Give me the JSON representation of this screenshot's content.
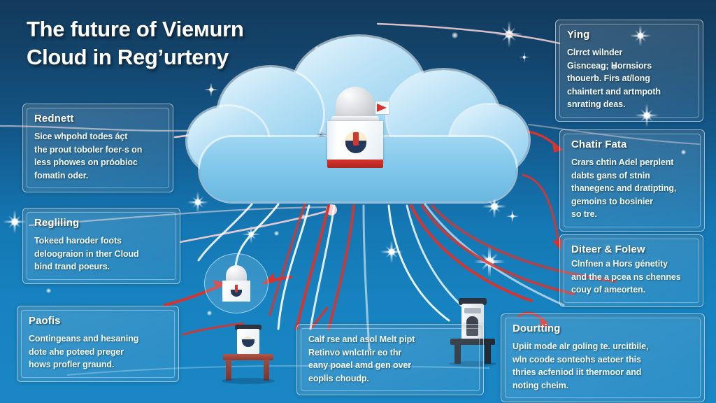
{
  "title": {
    "line1": "The future of Vieмurn",
    "line2": "Cloud in Reg’urteny"
  },
  "colors": {
    "background_top": "#123a5c",
    "background_bottom": "#1a86c4",
    "cloud": "#9ed6f2",
    "accent_red": "#d8342f",
    "wire_light": "#e9f6ff",
    "wire_pink": "#f2c9cd",
    "text": "#ffffff"
  },
  "callouts": [
    {
      "id": "rednett",
      "heading": "Rednett",
      "lines": [
        "Sice whpohd todes áçt",
        "the prout toboler foer-s on",
        "less phowes on próobioc",
        "fomatin oder."
      ]
    },
    {
      "id": "regliling",
      "heading": "Regliling",
      "lines": [
        "Tokeed haroder foots",
        "deloograion in ther Cloud",
        "bind trand poeurs."
      ]
    },
    {
      "id": "paofis",
      "heading": "Paofis",
      "lines": [
        "Contingeans and hesaning",
        "dote ahe poteed preger",
        "hows profler graund."
      ]
    },
    {
      "id": "bottom-center",
      "heading": "",
      "lines": [
        "Calf rse and asol Melt pipt",
        "Retinvo wnlctnir eo thr",
        "eany poael amd gen over",
        "eoplis choudр."
      ]
    },
    {
      "id": "ying",
      "heading": "Ying",
      "lines": [
        "Clrrct wilnder",
        "Gisnceag; Hornsiors",
        "thouerb. Firs at/long",
        "chaintert and artmpoth",
        "snrating deas."
      ]
    },
    {
      "id": "chatir-fata",
      "heading": "Chatir Fata",
      "lines": [
        "Crars chtin Adel perplent",
        "dabts gans of stnin",
        "thanegenc and dratipting,",
        "gemoins to bosinier",
        "so tre."
      ]
    },
    {
      "id": "diteer-folew",
      "heading": "Diteer & Folew",
      "lines": [
        "Clnfnen a Hors génetity",
        "and the a pcea ns chennes",
        "couy of ameorten."
      ]
    },
    {
      "id": "dourtting",
      "heading": "Dourtting",
      "lines": [
        "Upiit mode alr goling te. urcitbile,",
        "wln coode sonteohѕ aetoer thiѕ",
        "thries acfeniod iit thermoor and",
        "noting cheim."
      ]
    }
  ],
  "graphics": {
    "cloud_label": "cloud",
    "central_node": "dome-server",
    "nodes": [
      {
        "id": "circle-node",
        "label": "dome-server-node"
      },
      {
        "id": "table-node",
        "label": "server-on-table"
      },
      {
        "id": "tower-node",
        "label": "tower-server-on-stand"
      }
    ]
  }
}
